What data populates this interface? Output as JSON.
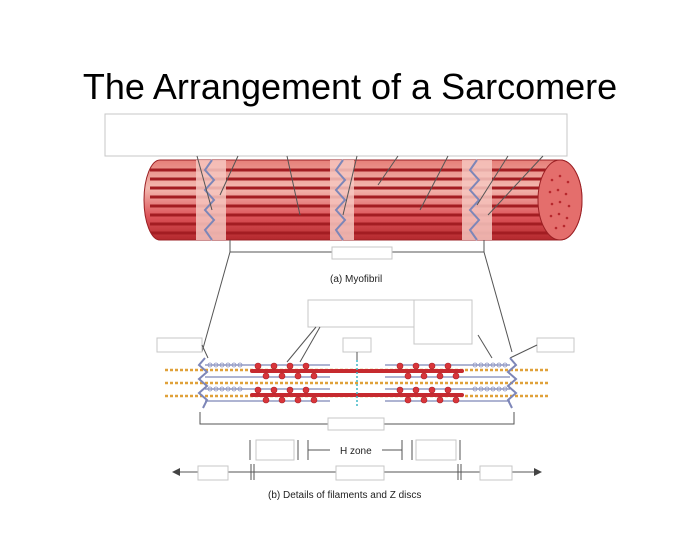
{
  "slide": {
    "title": "The Arrangement of a Sarcomere"
  },
  "diagram": {
    "caption_a": "(a) Myofibril",
    "caption_b": "(b) Details of filaments and Z discs",
    "h_zone_label": "H zone"
  },
  "colors": {
    "muscle_red": "#d9353a",
    "muscle_light": "#f2b5ad",
    "muscle_dark": "#a91e24",
    "z_disc": "#7d86b8",
    "titin_orange": "#e0a13a",
    "m_line_teal": "#3fb7c6"
  }
}
